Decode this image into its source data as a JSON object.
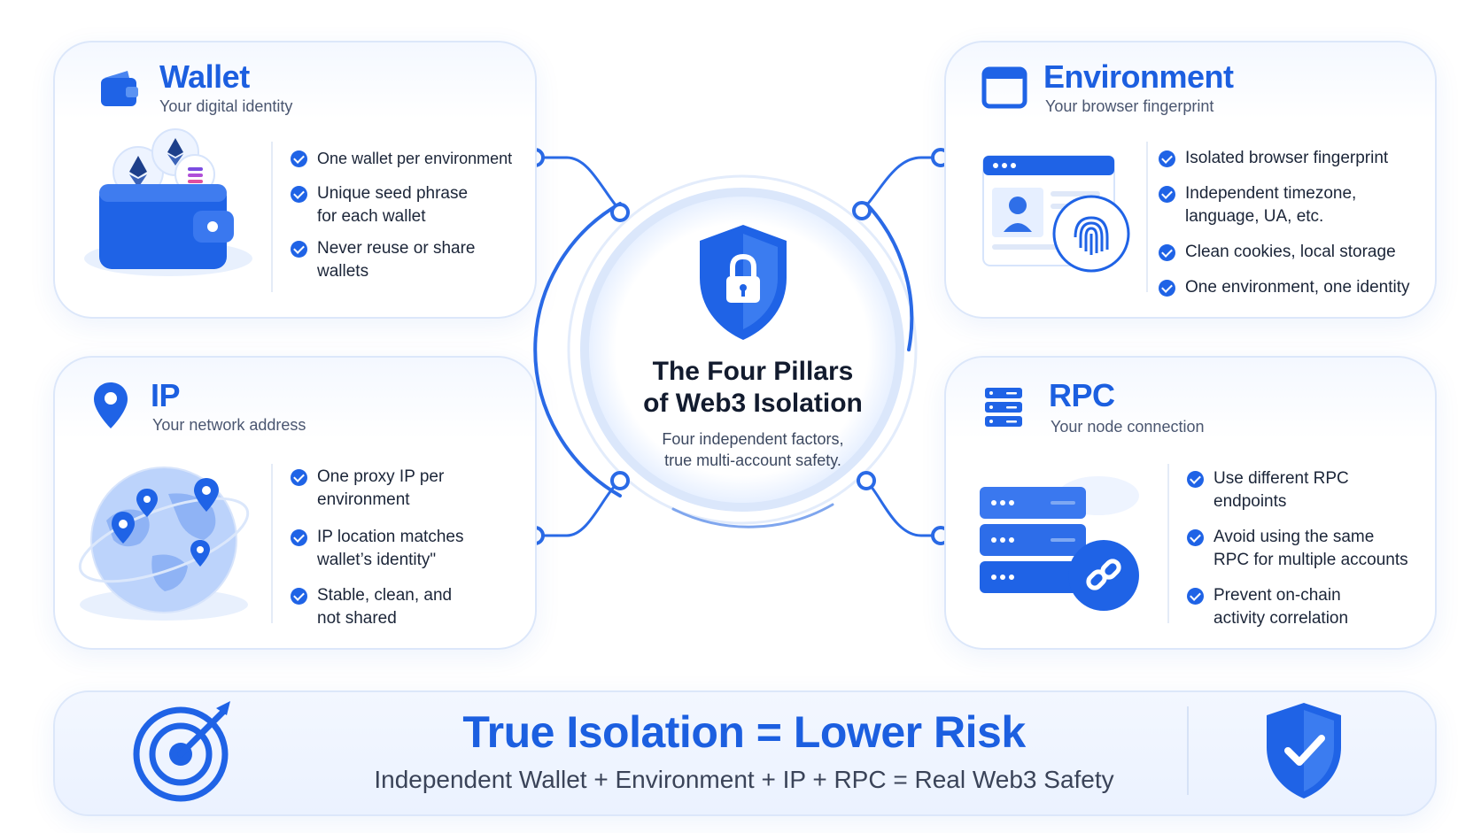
{
  "center": {
    "title_line1": "The Four Pillars",
    "title_line2": "of Web3 Isolation",
    "subtitle_line1": "Four independent factors,",
    "subtitle_line2": "true multi-account safety."
  },
  "pillars": {
    "wallet": {
      "title": "Wallet",
      "subtitle": "Your digital identity",
      "icon": "wallet-icon",
      "bullets": [
        [
          "One wallet per environment"
        ],
        [
          "Unique seed phrase",
          "for each wallet"
        ],
        [
          "Never reuse or share",
          "wallets"
        ]
      ]
    },
    "environment": {
      "title": "Environment",
      "subtitle": "Your browser fingerprint",
      "icon": "browser-window-icon",
      "bullets": [
        [
          "Isolated browser fingerprint"
        ],
        [
          "Independent timezone,",
          "language, UA, etc."
        ],
        [
          "Clean cookies, local storage"
        ],
        [
          "One environment, one identity"
        ]
      ]
    },
    "ip": {
      "title": "IP",
      "subtitle": "Your network address",
      "icon": "location-pin-icon",
      "bullets": [
        [
          "One proxy IP per",
          "environment"
        ],
        [
          "IP location matches",
          "wallet’s identity\""
        ],
        [
          "Stable, clean, and",
          "not shared"
        ]
      ]
    },
    "rpc": {
      "title": "RPC",
      "subtitle": "Your node connection",
      "icon": "server-icon",
      "bullets": [
        [
          "Use different RPC",
          "endpoints"
        ],
        [
          "Avoid using the same",
          "RPC for multiple accounts"
        ],
        [
          "Prevent on-chain",
          "activity correlation"
        ]
      ]
    }
  },
  "banner": {
    "title": "True Isolation = Lower Risk",
    "subtitle": "Independent Wallet + Environment + IP + RPC = Real Web3 Safety",
    "left_icon": "target-icon",
    "right_icon": "shield-check-icon"
  },
  "colors": {
    "primary": "#1f63e6",
    "title_blue": "#1c5fe0",
    "light_blue": "#dce7fa",
    "text_dark": "#1b2538"
  }
}
